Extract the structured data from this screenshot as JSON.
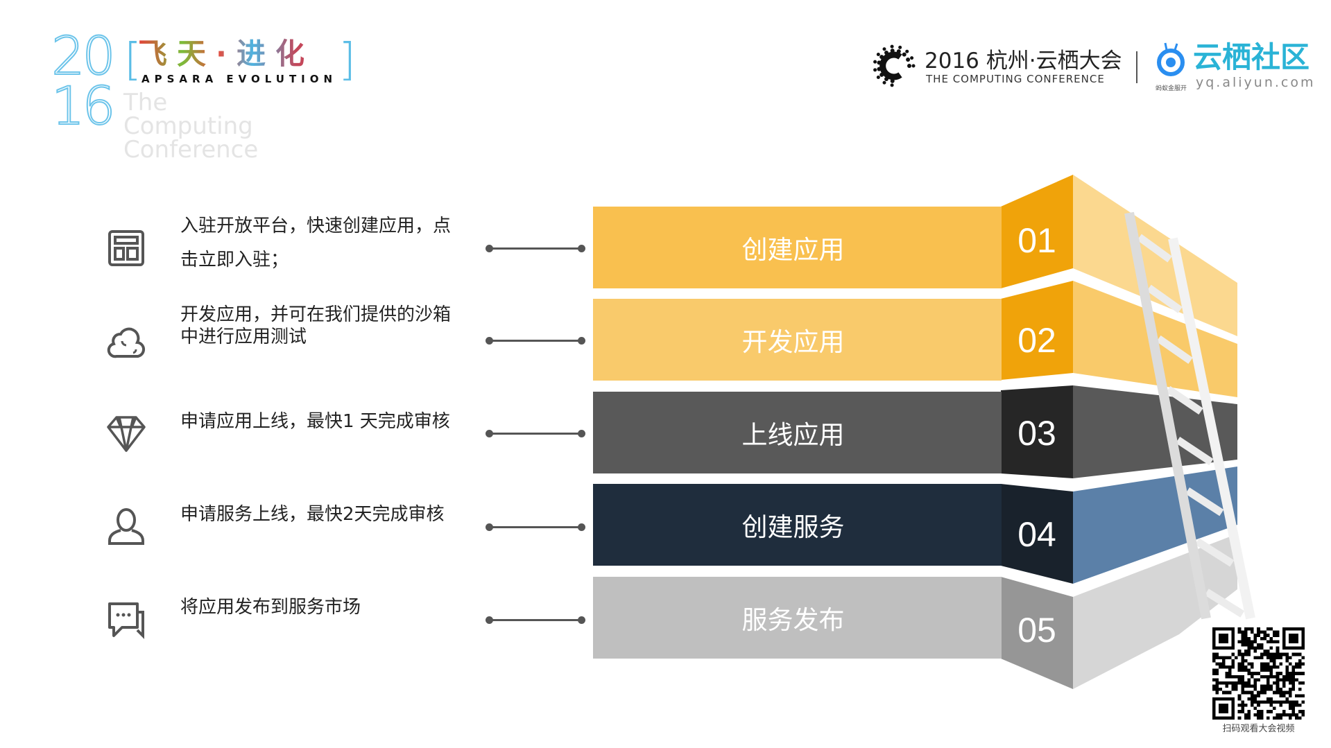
{
  "header": {
    "left_logo": {
      "year_top": "20",
      "year_bottom": "16",
      "title_cn": "飞天·进化",
      "title_en": "APSARA EVOLUTION",
      "ghost_text": [
        "The",
        "Computing",
        "Conference"
      ]
    },
    "conference_logo": {
      "title": "2016 杭州·云栖大会",
      "subtitle": "THE COMPUTING CONFERENCE"
    },
    "community_logo": {
      "title": "云栖社区",
      "url": "yq.aliyun.com",
      "small": "蚂蚁金服开"
    }
  },
  "steps": [
    {
      "icon": "layout-icon",
      "description": [
        "入驻开放平台，快速创建应用，点",
        "击立即入驻；"
      ],
      "label": "创建应用",
      "number": "01",
      "bar_color": "#f9c04f",
      "box_color": "#f0a30a",
      "side_color": "#fbd88f"
    },
    {
      "icon": "cloud-icon",
      "description": [
        "开发应用，并可在我们提供的沙箱",
        "中进行应用测试"
      ],
      "label": "开发应用",
      "number": "02",
      "bar_color": "#f9ca6b",
      "box_color": "#f0a30a",
      "side_color": "#f9ca6a"
    },
    {
      "icon": "diamond-icon",
      "description": [
        "申请应用上线，最快1 天完成审核"
      ],
      "label": "上线应用",
      "number": "03",
      "bar_color": "#595959",
      "box_color": "#262626",
      "side_color": "#595959"
    },
    {
      "icon": "user-icon",
      "description": [
        "申请服务上线，最快2天完成审核"
      ],
      "label": "创建服务",
      "number": "04",
      "bar_color": "#1f2d3d",
      "box_color": "#19222c",
      "side_color": "#5b80a8"
    },
    {
      "icon": "chat-icon",
      "description": [
        "将应用发布到服务市场"
      ],
      "label": "服务发布",
      "number": "05",
      "bar_color": "#bfbfbf",
      "box_color": "#969696",
      "side_color": "#d6d6d6"
    }
  ],
  "qr": {
    "caption": "扫码观看大会视频"
  }
}
